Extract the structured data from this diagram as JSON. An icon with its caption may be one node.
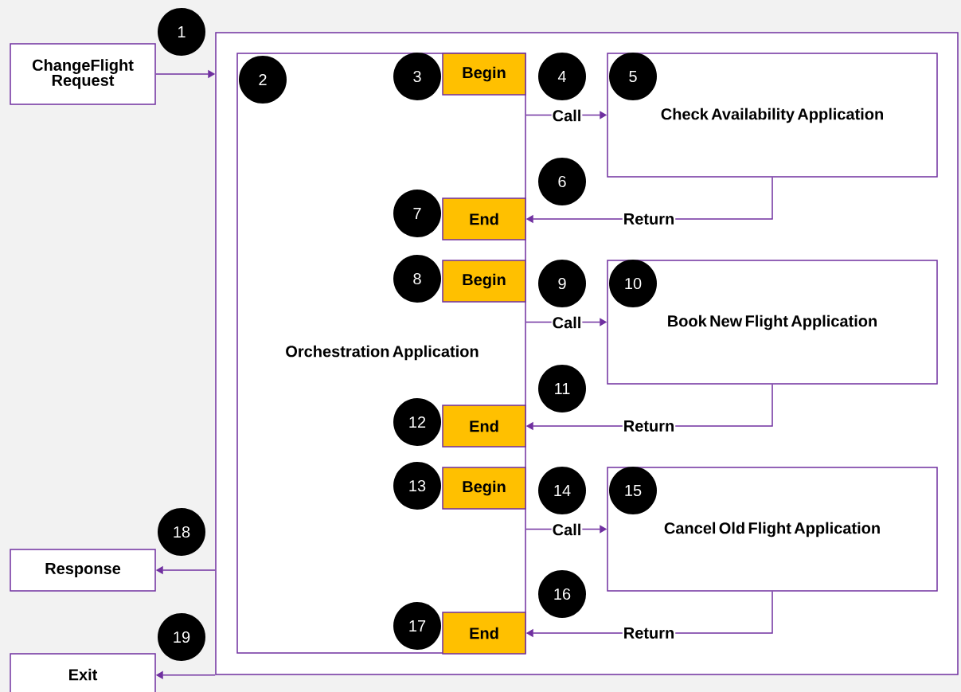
{
  "diagram": {
    "nodes": [
      {
        "text": [
          "ChangeFlight Request"
        ]
      },
      {
        "text": [],
        "shape": "box"
      },
      {
        "text": [
          "Orchestration Application"
        ],
        "in": 1
      },
      {
        "text": [
          "Begin"
        ],
        "in": 2
      },
      {
        "text": [
          "Check Availability Application"
        ],
        "in": 1
      },
      {
        "text": [
          "End"
        ],
        "in": 2
      },
      {
        "text": [
          "Begin"
        ],
        "in": 2
      },
      {
        "text": [
          "Book New Flight Application"
        ],
        "in": 1
      },
      {
        "text": [
          "End"
        ],
        "in": 2
      },
      {
        "text": [
          "Begin"
        ],
        "in": 2
      },
      {
        "text": [
          "Cancel Old Flight Application"
        ],
        "in": 1
      },
      {
        "text": [
          "End"
        ],
        "in": 2
      },
      {
        "text": [
          "Response"
        ]
      },
      {
        "text": [
          "Exit"
        ]
      }
    ],
    "edges": [
      {
        "from": 0,
        "to": 1,
        "arrow": "to"
      },
      {
        "from": 2,
        "to": 4,
        "arrow": "to",
        "label": "Call"
      },
      {
        "from": 4,
        "to": 5,
        "arrow": "to",
        "label": "Return"
      },
      {
        "from": 2,
        "to": 7,
        "arrow": "to",
        "label": "Call"
      },
      {
        "from": 7,
        "to": 8,
        "arrow": "to",
        "label": "Return"
      },
      {
        "from": 2,
        "to": 10,
        "arrow": "to",
        "label": "Call"
      },
      {
        "from": 10,
        "to": 11,
        "arrow": "to",
        "label": "Return"
      },
      {
        "from": 1,
        "to": 12,
        "arrow": "to"
      },
      {
        "from": 1,
        "to": 13,
        "arrow": "to"
      }
    ],
    "labels": [
      "1",
      "2",
      "3",
      "4",
      "5",
      "6",
      "7",
      "8",
      "9",
      "10",
      "11",
      "12",
      "13",
      "14",
      "15",
      "16",
      "17",
      "18",
      "19"
    ]
  }
}
